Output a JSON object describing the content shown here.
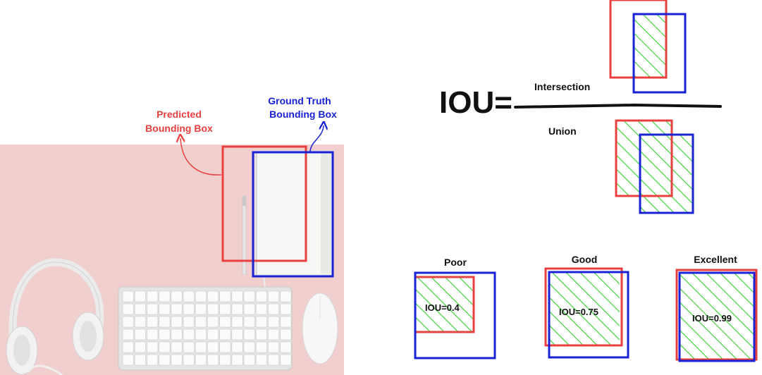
{
  "photo_labels": {
    "predicted": [
      "Predicted",
      "Bounding Box"
    ],
    "ground_truth": [
      "Ground Truth",
      "Bounding Box"
    ]
  },
  "formula": {
    "lhs": "IOU=",
    "numerator": "Intersection",
    "denominator": "Union"
  },
  "examples": [
    {
      "title": "Poor",
      "value": "IOU=0.4"
    },
    {
      "title": "Good",
      "value": "IOU=0.75"
    },
    {
      "title": "Excellent",
      "value": "IOU=0.99"
    }
  ],
  "colors": {
    "predicted": "#e8403f",
    "ground_truth": "#1a22d6",
    "hatch": "#3ed43a",
    "photo_bg": "#f2cfcf"
  }
}
